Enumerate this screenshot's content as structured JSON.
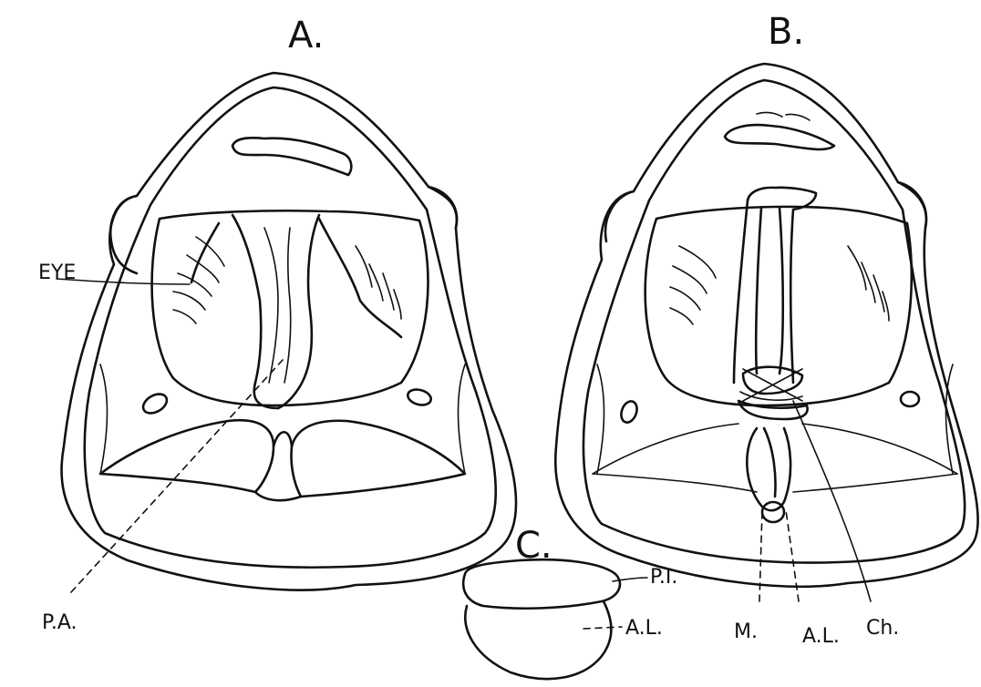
{
  "panels": {
    "a": {
      "title": "A."
    },
    "b": {
      "title": "B."
    },
    "c": {
      "title": "C."
    }
  },
  "labels": {
    "eye": "EYE",
    "pa": "P.A.",
    "m": "M.",
    "al_b": "A.L.",
    "ch": "Ch.",
    "pi": "P.I.",
    "al_c": "A.L."
  }
}
